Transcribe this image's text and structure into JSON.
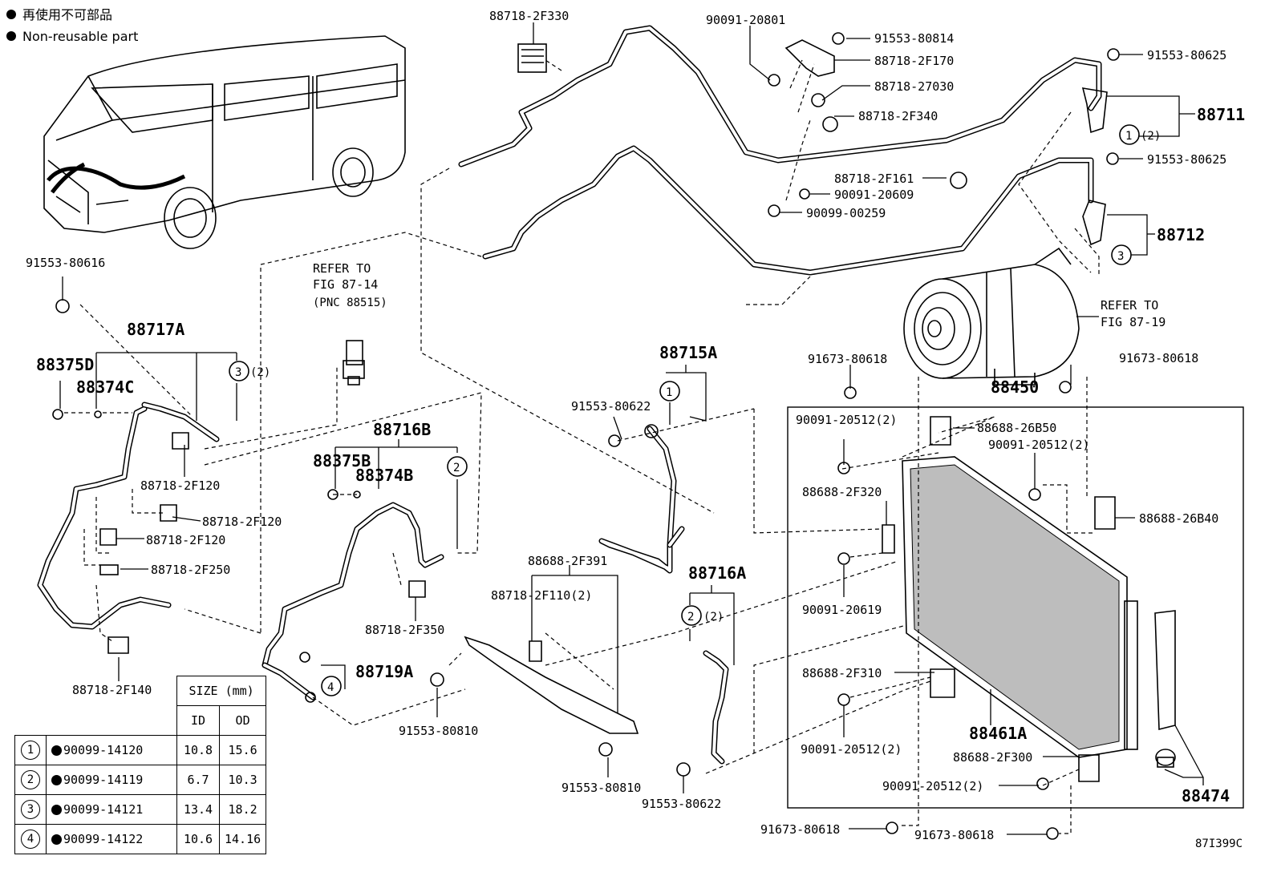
{
  "legend": {
    "reuse_jp": "再使用不可部品",
    "reuse_en": "Non-reusable part"
  },
  "labels": {
    "p88718_2F330": "88718-2F330",
    "p90091_20801": "90091-20801",
    "p91553_80814": "91553-80814",
    "p88718_2F170": "88718-2F170",
    "p88718_27030": "88718-27030",
    "p88718_2F340": "88718-2F340",
    "p91553_80625a": "91553-80625",
    "p88711": "88711",
    "c1_2": "(2)",
    "p91553_80625b": "91553-80625",
    "p88718_2F161": "88718-2F161",
    "p90091_20609": "90091-20609",
    "p90099_00259": "90099-00259",
    "p88712": "88712",
    "refer_87_14_a": "REFER TO",
    "refer_87_14_b": "FIG 87-14",
    "refer_87_14_c": "(PNC 88515)",
    "refer_87_19_a": "REFER TO",
    "refer_87_19_b": "FIG 87-19",
    "p91553_80616": "91553-80616",
    "p88717A": "88717A",
    "p88375D": "88375D",
    "p88374C": "88374C",
    "c3_2": "(2)",
    "p88718_2F120a": "88718-2F120",
    "p88718_2F120b": "88718-2F120",
    "p88718_2F120c": "88718-2F120",
    "p88718_2F250": "88718-2F250",
    "p88718_2F140": "88718-2F140",
    "p88716B": "88716B",
    "p88375B": "88375B",
    "p88374B": "88374B",
    "p88718_2F350": "88718-2F350",
    "p88719A": "88719A",
    "p91553_80810a": "91553-80810",
    "p91553_80810b": "91553-80810",
    "p88715A": "88715A",
    "p91553_80622a": "91553-80622",
    "p88688_2F391": "88688-2F391",
    "p88718_2F110": "88718-2F110(2)",
    "p88716A": "88716A",
    "c2_2": "(2)",
    "p91553_80622b": "91553-80622",
    "p91673_80618a": "91673-80618",
    "p91673_80618b": "91673-80618",
    "p88450": "88450",
    "p90091_20512a": "90091-20512(2)",
    "p88688_26B50": "88688-26B50",
    "p90091_20512b": "90091-20512(2)",
    "p88688_2F320": "88688-2F320",
    "p88688_26B40": "88688-26B40",
    "p90091_20619": "90091-20619",
    "p88688_2F310": "88688-2F310",
    "p90091_20512c": "90091-20512(2)",
    "p88461A": "88461A",
    "p88688_2F300": "88688-2F300",
    "p90091_20512d": "90091-20512(2)",
    "p88474": "88474",
    "p91673_80618c": "91673-80618",
    "p91673_80618d": "91673-80618",
    "fig_code": "87I399C"
  },
  "circles": [
    "1",
    "2",
    "3",
    "4"
  ],
  "size_table": {
    "header_size": "SIZE (mm)",
    "header_id": "ID",
    "header_od": "OD",
    "rows": [
      {
        "no": "1",
        "part": "90099-14120",
        "id": "10.8",
        "od": "15.6"
      },
      {
        "no": "2",
        "part": "90099-14119",
        "id": "6.7",
        "od": "10.3"
      },
      {
        "no": "3",
        "part": "90099-14121",
        "id": "13.4",
        "od": "18.2"
      },
      {
        "no": "4",
        "part": "90099-14122",
        "id": "10.6",
        "od": "14.16"
      }
    ]
  }
}
